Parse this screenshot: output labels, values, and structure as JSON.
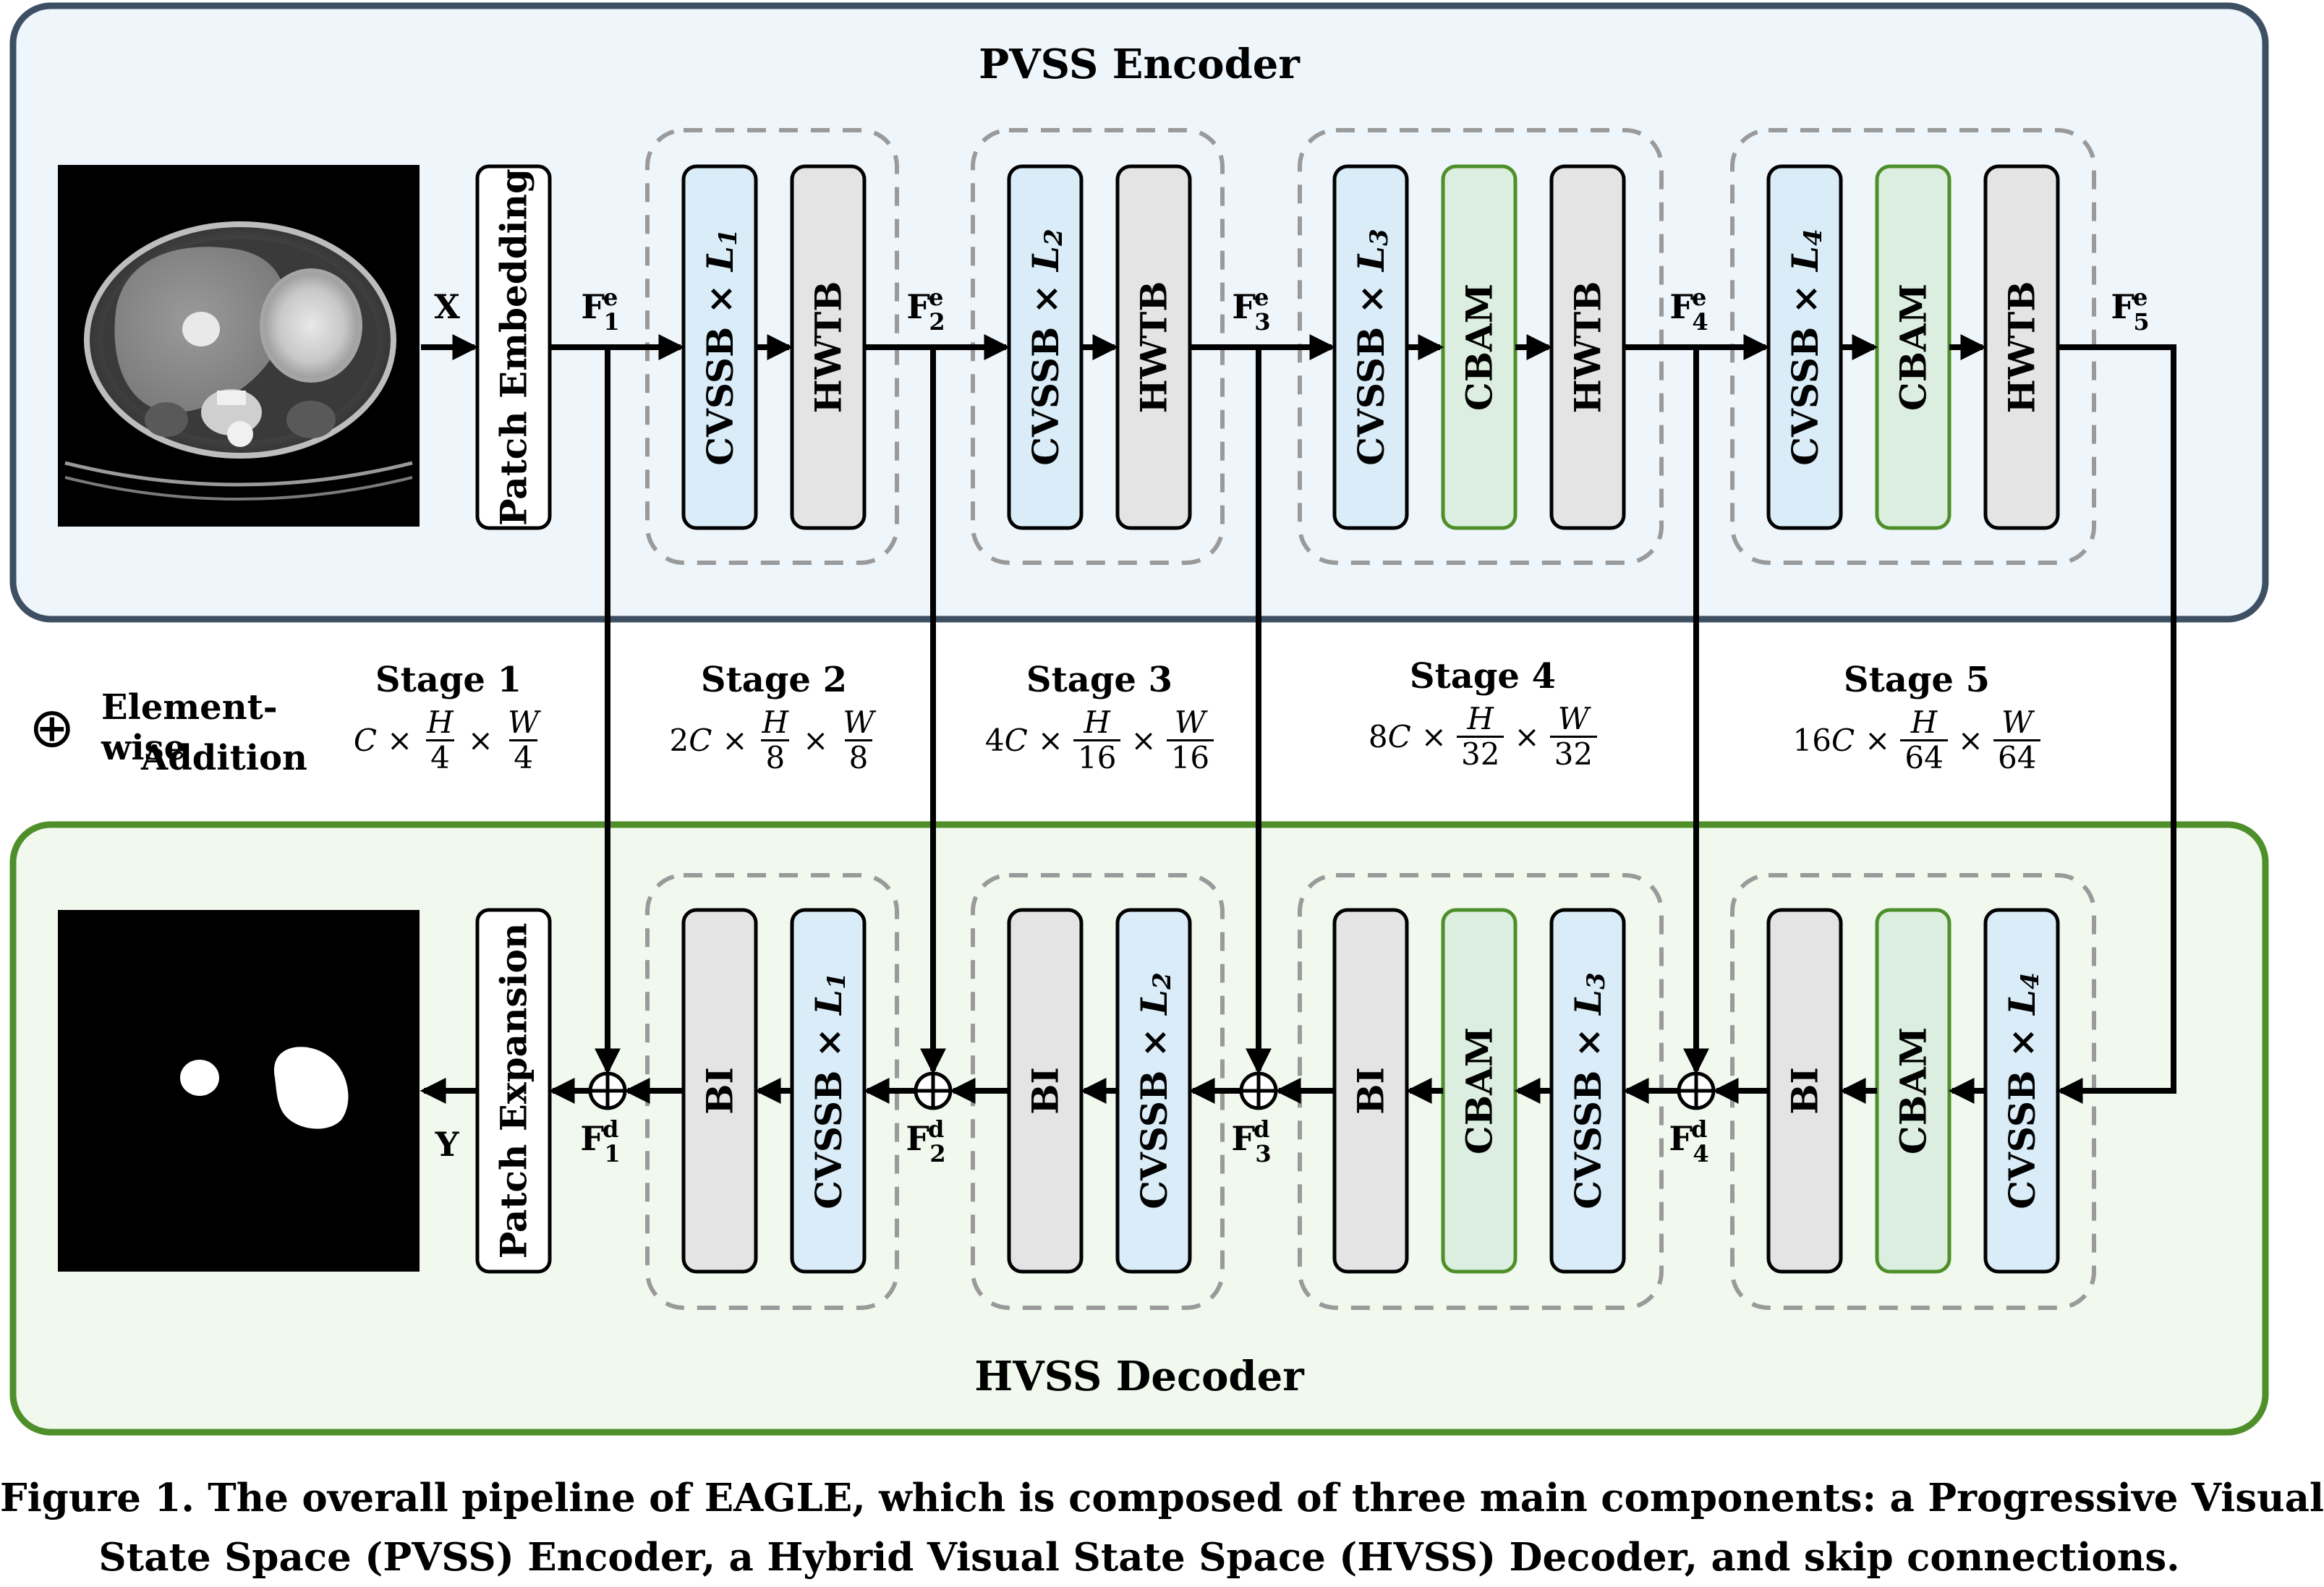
{
  "encoder": {
    "title": "PVSS Encoder",
    "stages": [
      {
        "blocks": [
          "CVSSB × L1",
          "HWTB"
        ]
      },
      {
        "blocks": [
          "CVSSB × L2",
          "HWTB"
        ]
      },
      {
        "blocks": [
          "CVSSB × L3",
          "CBAM",
          "HWTB"
        ]
      },
      {
        "blocks": [
          "CVSSB × L4",
          "CBAM",
          "HWTB"
        ]
      }
    ],
    "patch_embedding": "Patch Embedding",
    "input_label": "X",
    "features": [
      {
        "base": "F",
        "sub": "1",
        "sup": "e"
      },
      {
        "base": "F",
        "sub": "2",
        "sup": "e"
      },
      {
        "base": "F",
        "sub": "3",
        "sup": "e"
      },
      {
        "base": "F",
        "sub": "4",
        "sup": "e"
      },
      {
        "base": "F",
        "sub": "5",
        "sup": "e"
      }
    ]
  },
  "decoder": {
    "title": "HVSS Decoder",
    "patch_expansion": "Patch Expansion",
    "output_label": "Y",
    "stages": [
      {
        "blocks": [
          "BI",
          "CVSSB × L1"
        ]
      },
      {
        "blocks": [
          "BI",
          "CVSSB × L2"
        ]
      },
      {
        "blocks": [
          "BI",
          "CBAM",
          "CVSSB × L3"
        ]
      },
      {
        "blocks": [
          "BI",
          "CBAM",
          "CVSSB × L4"
        ]
      }
    ],
    "features": [
      {
        "base": "F",
        "sub": "1",
        "sup": "d"
      },
      {
        "base": "F",
        "sub": "2",
        "sup": "d"
      },
      {
        "base": "F",
        "sub": "3",
        "sup": "d"
      },
      {
        "base": "F",
        "sub": "4",
        "sup": "d"
      }
    ]
  },
  "legend": {
    "symbol": "⊕",
    "line1": "Element-wise",
    "line2": "Addition"
  },
  "stage_labels": [
    {
      "name": "Stage 1",
      "coef": "C",
      "hden": "4",
      "wden": "4"
    },
    {
      "name": "Stage 2",
      "coef": "2C",
      "hden": "8",
      "wden": "8"
    },
    {
      "name": "Stage 3",
      "coef": "4C",
      "hden": "16",
      "wden": "16"
    },
    {
      "name": "Stage 4",
      "coef": "8C",
      "hden": "32",
      "wden": "32"
    },
    {
      "name": "Stage 5",
      "coef": "16C",
      "hden": "64",
      "wden": "64"
    }
  ],
  "dims": {
    "h": "H",
    "w": "W",
    "times": "×"
  },
  "caption": {
    "line1": "Figure 1. The overall pipeline of EAGLE, which is composed of three main components: a Progressive Visual",
    "line2": "State Space (PVSS) Encoder, a Hybrid Visual State Space (HVSS) Decoder, and skip connections."
  },
  "colors": {
    "encoder_bg": "#eef5fb",
    "encoder_border": "#3d4f63",
    "decoder_bg": "#f1f8ee",
    "decoder_border": "#4f8f2a",
    "cvssb_fill": "#d9ecf7",
    "hwtb_fill": "#e4e4e4",
    "cbam_fill": "#dbeedf",
    "cbam_border": "#4f8f2a",
    "dashed": "#9a9a9a"
  }
}
